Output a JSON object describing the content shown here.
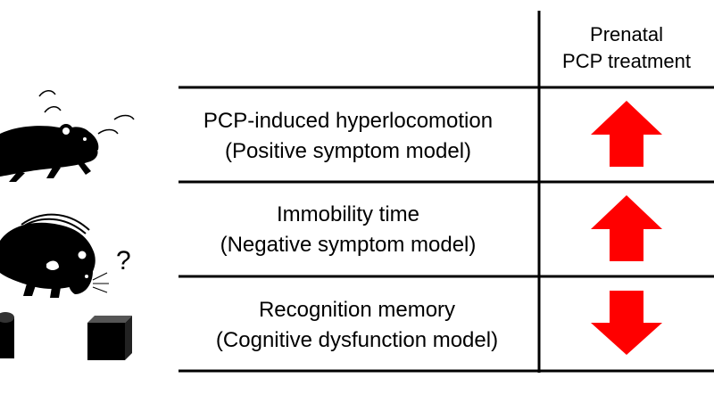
{
  "header": {
    "column_title_line1": "Prenatal",
    "column_title_line2": "PCP treatment"
  },
  "rows": [
    {
      "label_line1": "PCP-induced hyperlocomotion",
      "label_line2": "(Positive symptom model)",
      "arrow_icon": "arrow-up-icon",
      "direction": "up"
    },
    {
      "label_line1": "Immobility time",
      "label_line2": "(Negative symptom model)",
      "arrow_icon": "arrow-up-icon",
      "direction": "up"
    },
    {
      "label_line1": "Recognition memory",
      "label_line2": "(Cognitive dysfunction model)",
      "arrow_icon": "arrow-down-icon",
      "direction": "down"
    }
  ],
  "illustration": {
    "question_mark": "?",
    "icons": [
      "running-mouse-icon",
      "exploring-mouse-icon",
      "cylinder-object-icon",
      "cube-object-icon"
    ]
  },
  "colors": {
    "arrow": "#ff0000",
    "lines": "#000000",
    "silhouette": "#000000"
  }
}
